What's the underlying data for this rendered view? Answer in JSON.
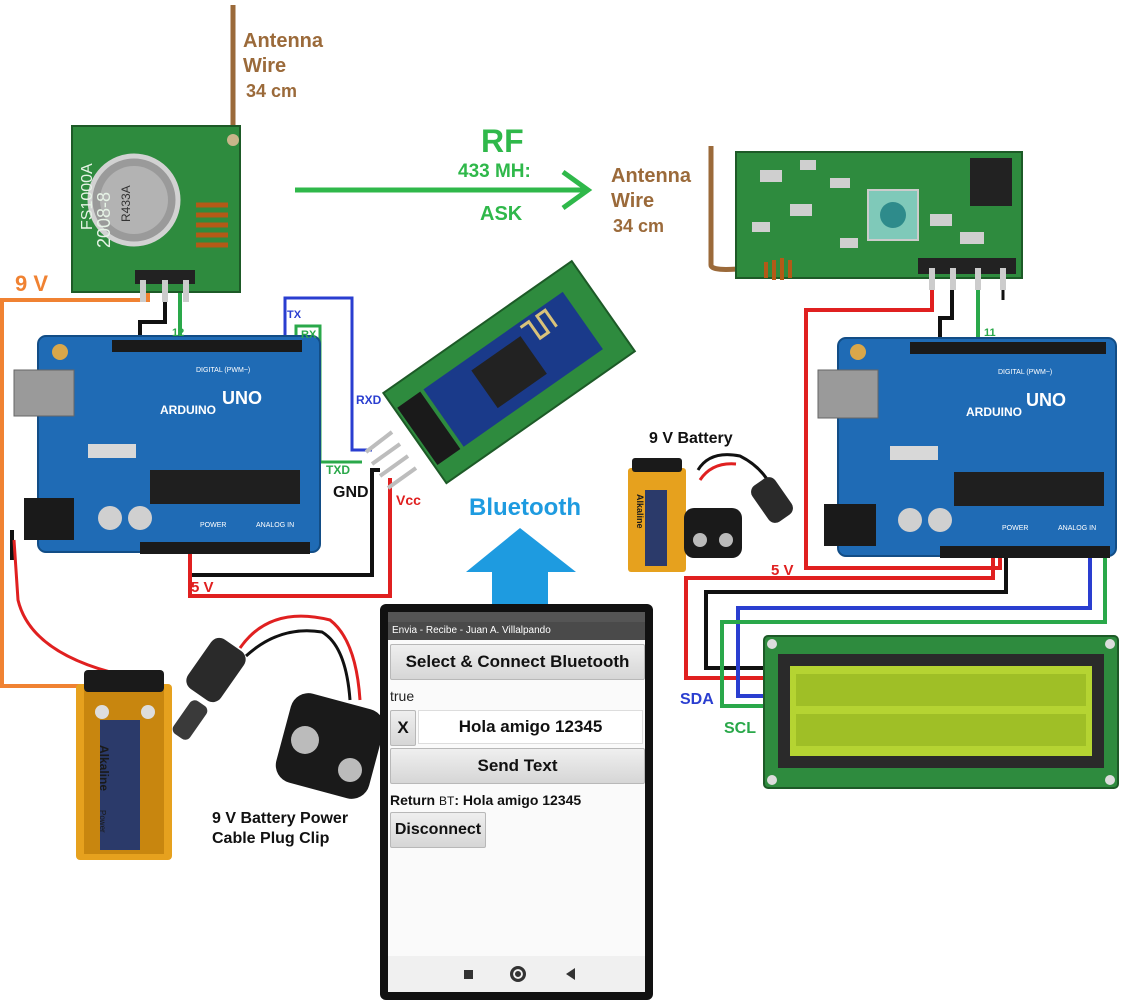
{
  "transmitter_antenna": {
    "line1": "Antenna",
    "line2": "Wire",
    "length": "34 cm"
  },
  "receiver_antenna": {
    "line1": "Antenna",
    "line2": "Wire",
    "length": "34 cm"
  },
  "rf_link": {
    "title": "RF",
    "frequency": "433 MH:",
    "modulation": "ASK"
  },
  "left_wiring": {
    "supply": "9 V",
    "pin": "12",
    "tx": "TX",
    "rx": "RX",
    "rxd": "RXD",
    "txd": "TXD",
    "gnd": "GND",
    "vcc": "Vcc",
    "five_volt": "5 V"
  },
  "right_wiring": {
    "pin": "11",
    "five_volt": "5 V",
    "sda": "SDA",
    "scl": "SCL"
  },
  "battery_clip_caption": {
    "line1": "9 V Battery Power",
    "line2": "Cable Plug Clip"
  },
  "battery_caption": "9 V Battery",
  "bluetooth_label": "Bluetooth",
  "module_text": {
    "tx_module": "FS1000A",
    "tx_code": "2008-8",
    "crystal": "R433A",
    "arduino": "ARDUINO",
    "uno": "UNO",
    "digital": "DIGITAL (PWM~)",
    "analog": "ANALOG IN",
    "power": "POWER"
  },
  "battery_text": {
    "brand": "Alkaline",
    "sub": "Power"
  },
  "phone": {
    "app_title": "Envia - Recibe - Juan A. Villalpando",
    "connect_button": "Select & Connect Bluetooth",
    "status": "true",
    "clear_button": "X",
    "text_value": "Hola amigo 12345",
    "send_button": "Send Text",
    "return_prefix": "Return",
    "return_bt": "BT",
    "return_value": ": Hola amigo 12345",
    "disconnect_button": "Disconnect",
    "nav_icons": [
      "stop-icon",
      "home-icon",
      "back-icon"
    ]
  },
  "colors": {
    "wire_orange": "#f08232",
    "wire_red": "#e02020",
    "wire_black": "#111111",
    "wire_green": "#2aa84a",
    "wire_blue": "#2a3ed0",
    "rf_arrow": "#2fb84a",
    "bt_arrow": "#1e9be0",
    "antenna": "#9b6a3a",
    "arduino": "#1f6bb5",
    "rf_board": "#2e8b3e",
    "lcd_screen": "#b5d432"
  }
}
